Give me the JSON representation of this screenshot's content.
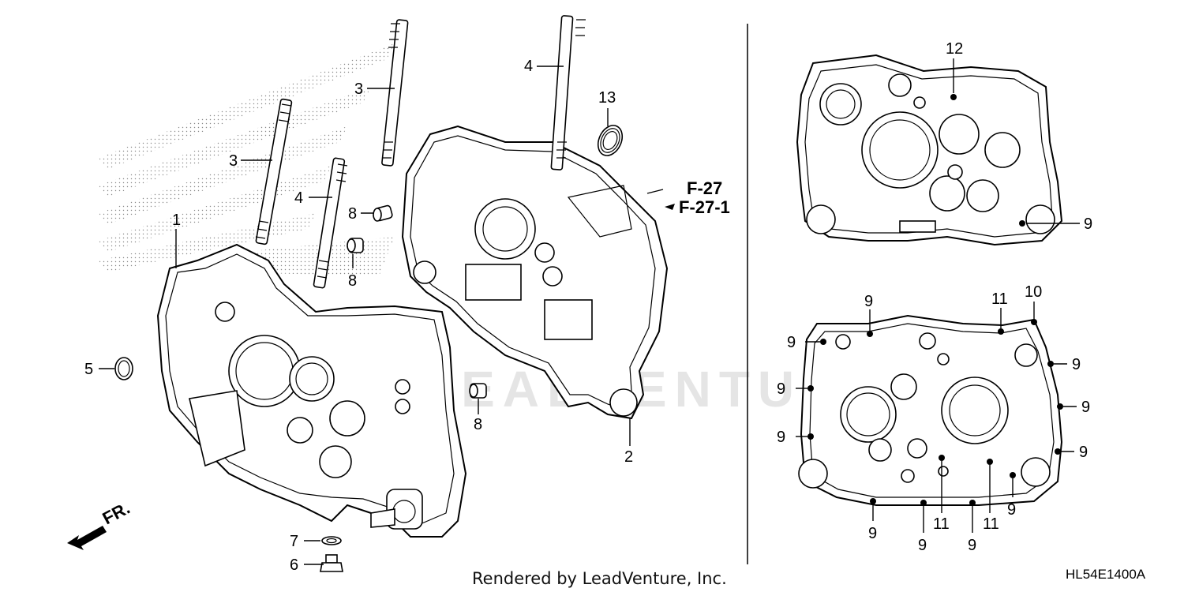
{
  "callouts": {
    "c1": "1",
    "c2": "2",
    "c3a": "3",
    "c3b": "3",
    "c4a": "4",
    "c4b": "4",
    "c5": "5",
    "c6": "6",
    "c7": "7",
    "c8a": "8",
    "c8b": "8",
    "c8c": "8",
    "c13": "13",
    "c12": "12",
    "c9top": "9",
    "c9l1": "9",
    "c9l2": "9",
    "c9l3": "9",
    "c9t": "9",
    "c11a": "11",
    "c10": "10",
    "c9r1": "9",
    "c9r2": "9",
    "c9r3": "9",
    "c9b1": "9",
    "c9b2": "9",
    "c9b3": "9",
    "c9b4": "9",
    "c11b": "11",
    "c11c": "11"
  },
  "ref": {
    "line1": "F-27",
    "line2": "F-27-1"
  },
  "direction": "FR.",
  "credit": "Rendered by LeadVenture, Inc.",
  "diagram_code": "HL54E1400A",
  "watermark": "LEADVENTURE"
}
